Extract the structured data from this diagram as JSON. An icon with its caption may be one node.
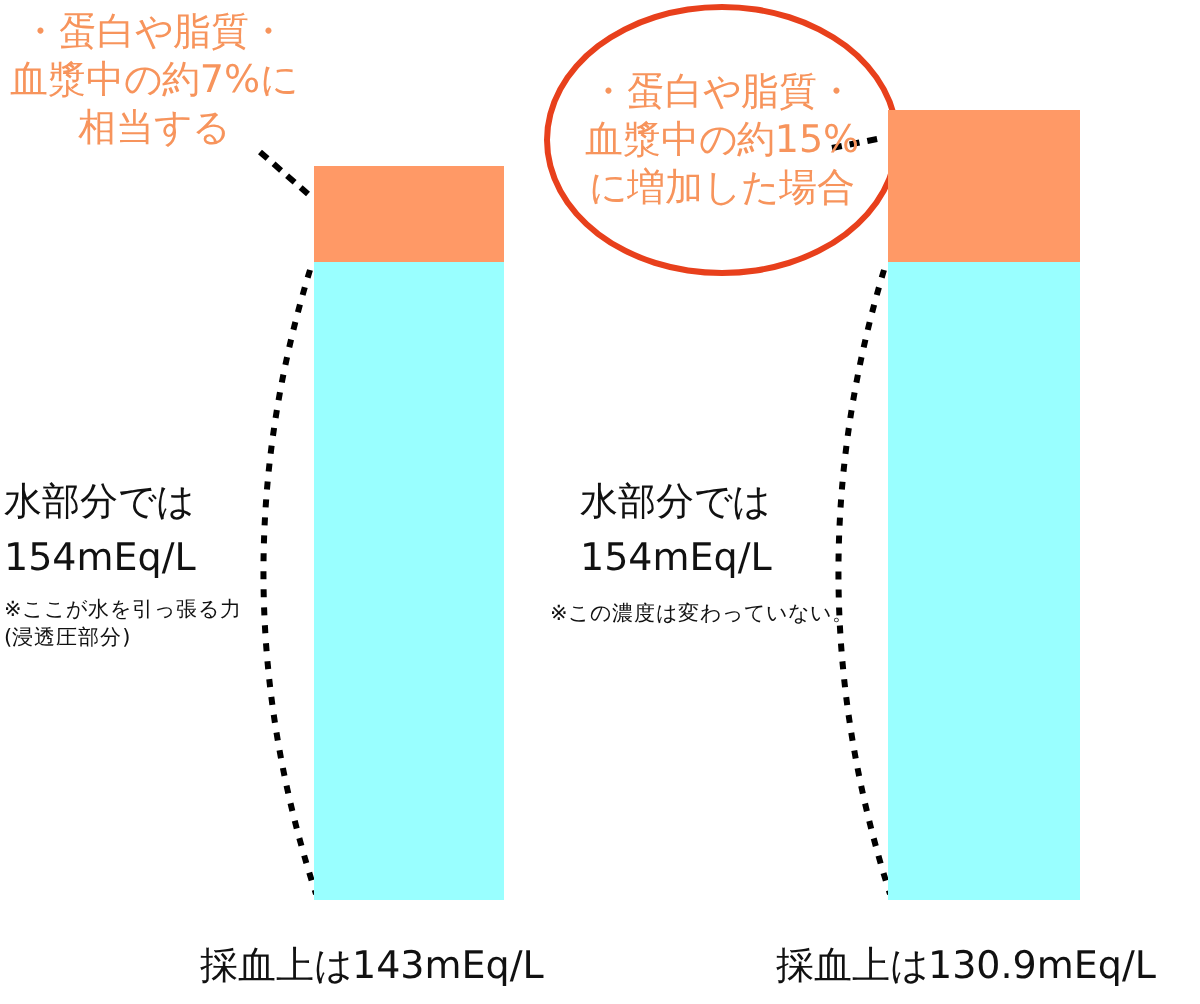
{
  "diagram": {
    "nodes": [
      {
        "text": [
          "・蛋白や脂質・血漿中の約7%に相当する"
        ]
      },
      {
        "text": [
          "・蛋白や脂質・血漿中の約15%に増加した場合"
        ]
      },
      {
        "text": [],
        "shape": "bar"
      },
      {
        "text": [],
        "shape": "bar"
      },
      {
        "text": [],
        "shape": "bar"
      },
      {
        "text": [],
        "shape": "bar"
      }
    ],
    "edges": [
      {
        "from": 0,
        "to": 2,
        "arrow": "none",
        "style": "dashed"
      },
      {
        "from": 1,
        "to": 4,
        "arrow": "none",
        "style": "dashed"
      }
    ],
    "labels": [
      "水部分では",
      "154mEq/L",
      "※ここが水を引っ張る力(浸透圧部分)",
      "水部分では",
      "154mEq/L",
      "※この濃度は変わっていない。",
      "採血上は143mEq/L",
      "採血上は130.9mEq/L"
    ]
  }
}
